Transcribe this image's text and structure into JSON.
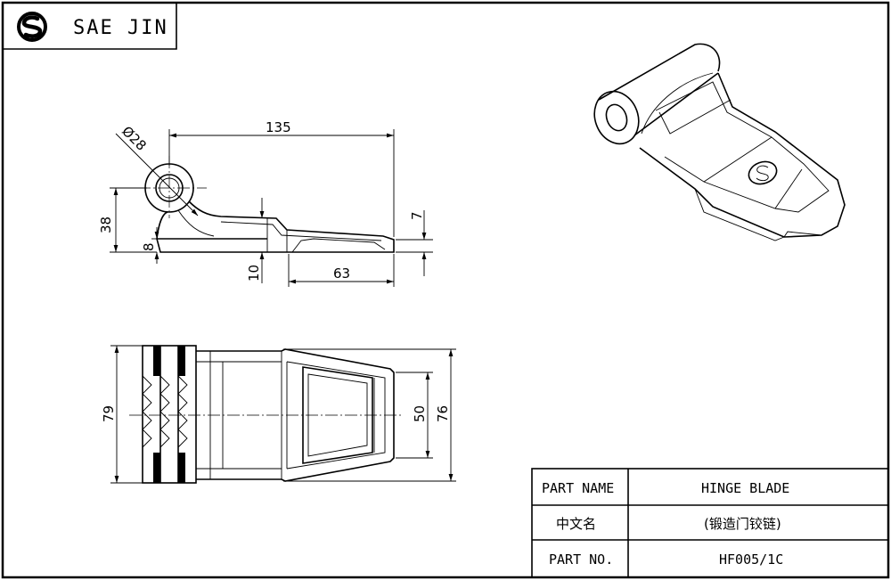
{
  "brand": {
    "name": "SAE JIN",
    "logo_icon": "sj-logo-icon"
  },
  "side_view": {
    "dims": {
      "hole_dia": "Ø28",
      "length": "135",
      "height": "38",
      "plate": "8",
      "tip": "7",
      "step": "10",
      "tail": "63"
    }
  },
  "top_view": {
    "dims": {
      "width": "79",
      "inner": "50",
      "outer": "76"
    }
  },
  "title_block": {
    "rows": [
      {
        "label": "PART NAME",
        "value": "HINGE BLADE"
      },
      {
        "label": "中文名",
        "value": "(锻造门铰链)"
      },
      {
        "label": "PART NO.",
        "value": "HF005/1C"
      }
    ]
  }
}
